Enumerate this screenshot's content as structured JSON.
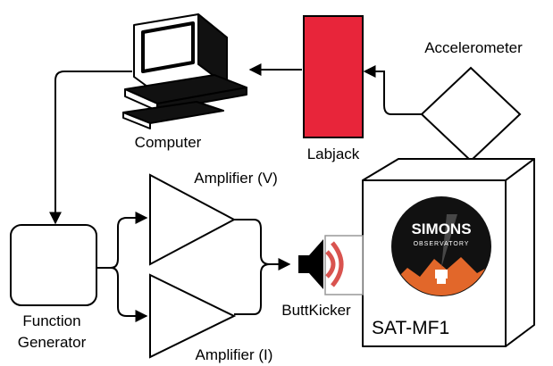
{
  "labels": {
    "computer": "Computer",
    "labjack": "Labjack",
    "accelerometer": "Accelerometer",
    "amplifier_v": "Amplifier (V)",
    "amplifier_i": "Amplifier (I)",
    "function_generator_line1": "Function",
    "function_generator_line2": "Generator",
    "buttkicker": "ButtKicker",
    "sat": "SAT-MF1"
  },
  "logo": {
    "name_line1": "SIMONS",
    "name_line2": "OBSERVATORY"
  },
  "colors": {
    "labjack_fill": "#e8253a",
    "logo_bg": "#111111",
    "logo_mountain": "#e2672a",
    "speaker_cone": "#d9534f"
  }
}
